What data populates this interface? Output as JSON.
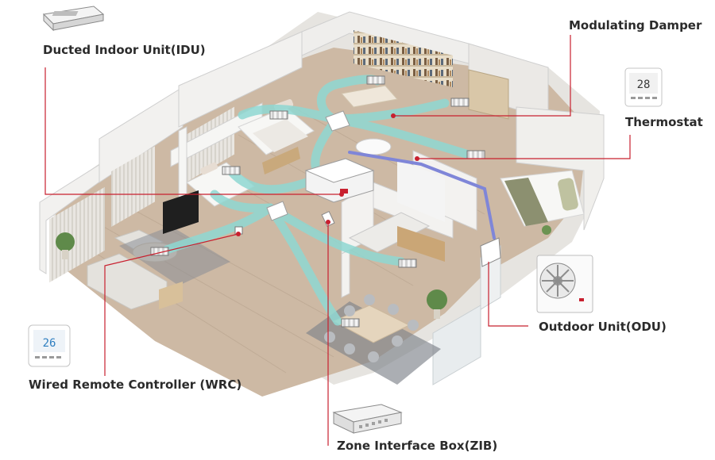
{
  "labels": {
    "idu": "Ducted Indoor Unit(IDU)",
    "damper": "Modulating Damper",
    "thermostat": "Thermostat",
    "odu": "Outdoor Unit(ODU)",
    "wrc": "Wired Remote Controller (WRC)",
    "zib": "Zone Interface Box(ZIB)"
  },
  "devices": {
    "thermostat_reading": "28",
    "wrc_reading": "26"
  },
  "colors": {
    "leader_line": "#c8202f",
    "airflow": "#8fd8d2",
    "refrigerant_pipe": "#7f86d8",
    "floor": "#cdb9a4",
    "wall": "#eeeeec",
    "text": "#2b2b2b"
  }
}
